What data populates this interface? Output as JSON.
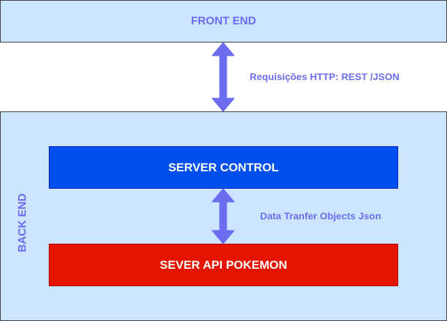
{
  "front_end": {
    "label": "FRONT END"
  },
  "back_end": {
    "label": "BACK END"
  },
  "server_control": {
    "label": "SERVER CONTROL"
  },
  "sever_api": {
    "label": "SEVER API POKEMON"
  },
  "connections": {
    "http": {
      "label": "Requisições HTTP: REST /JSON"
    },
    "dto": {
      "label": "Data Tranfer Objects Json"
    }
  },
  "colors": {
    "light_blue_fill": "#cce5ff",
    "label_text": "#6c6cf0",
    "server_control_fill": "#0050ef",
    "sever_api_fill": "#e51400",
    "arrow_fill": "#6c6cf0"
  }
}
